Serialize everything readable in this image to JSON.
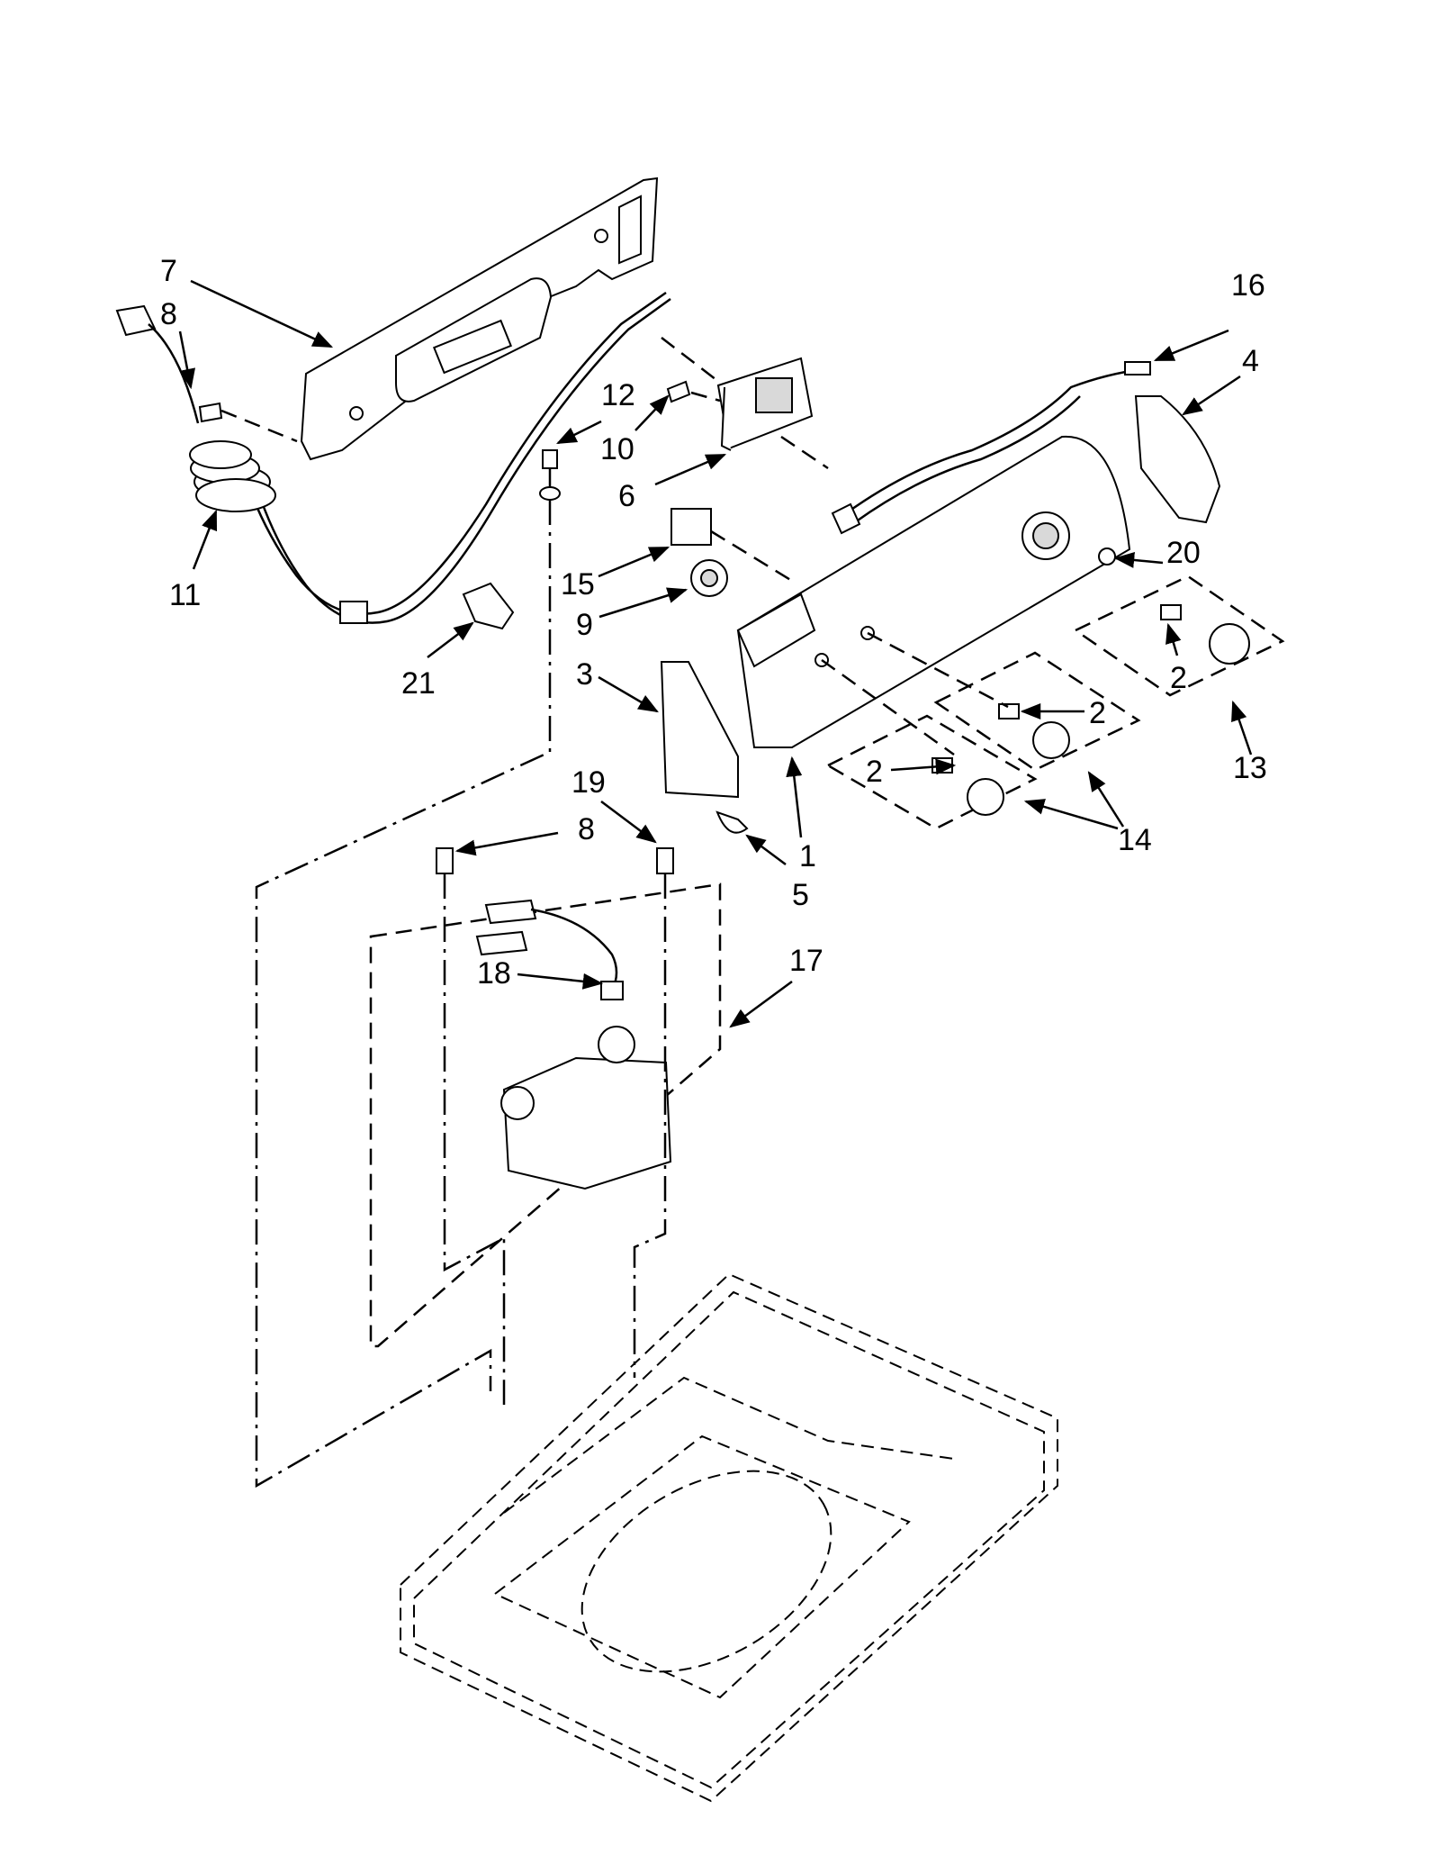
{
  "diagram": {
    "callouts": {
      "c1": "1",
      "c2a": "2",
      "c2b": "2",
      "c2c": "2",
      "c3": "3",
      "c4": "4",
      "c5": "5",
      "c6": "6",
      "c7": "7",
      "c8a": "8",
      "c8b": "8",
      "c9": "9",
      "c10": "10",
      "c11": "11",
      "c12": "12",
      "c13": "13",
      "c14": "14",
      "c15": "15",
      "c16": "16",
      "c17": "17",
      "c18": "18",
      "c19": "19",
      "c20": "20",
      "c21": "21"
    },
    "line_color": "#000000",
    "background": "#ffffff"
  }
}
